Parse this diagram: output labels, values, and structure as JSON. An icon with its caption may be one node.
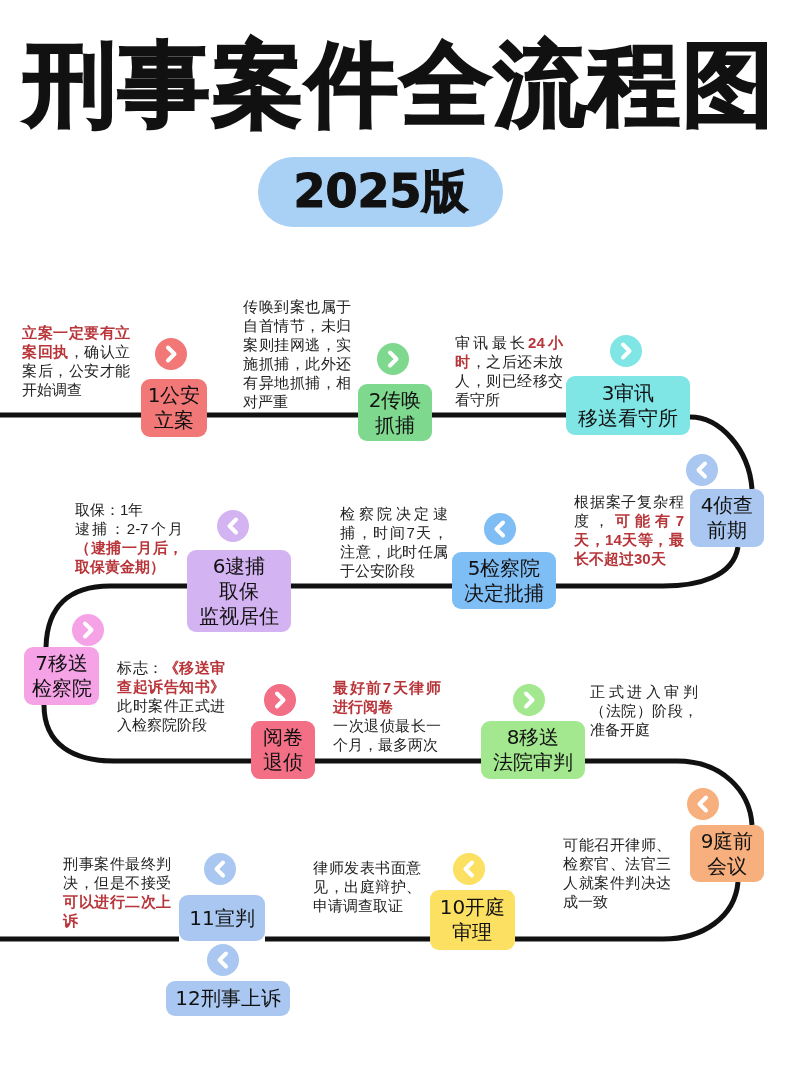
{
  "diagram": {
    "title": "刑事案件全流程图",
    "nodes": [
      {
        "text": [
          "2025版"
        ]
      },
      {
        "text": [
          "1公安立案"
        ],
        "beside": [
          "**立案一定要有立案回执**，确认立案后，公安才能开始调查"
        ]
      },
      {
        "text": [
          "2传唤抓捕"
        ],
        "beside": [
          "传唤到案也属于自首情节，未归案则挂网逃，实施抓捕，此外还有异地抓捕，相对严重"
        ]
      },
      {
        "text": [
          "3审讯移送看守所"
        ],
        "beside": [
          "审讯最长**24小时**，之后还未放人，则已经移交看守所"
        ]
      },
      {
        "text": [
          "4侦查前期"
        ],
        "beside": [
          "根据案子复杂程度，**可能有7天，14天等，最长不超过30天**"
        ]
      },
      {
        "text": [
          "5检察院决定批捕"
        ],
        "beside": [
          "检察院决定逮捕，时间7天，注意，此时任属于公安阶段"
        ]
      },
      {
        "text": [
          "6逮捕取保监视居住"
        ],
        "beside": [
          "取保：1年",
          "逮捕：2-7个月**（逮捕一月后，取保黄金期）**"
        ]
      },
      {
        "text": [
          "7移送检察院"
        ],
        "beside": [
          "标志：**《移送审查起诉告知书》**此时案件正式进入检察院阶段"
        ]
      },
      {
        "text": [
          "阅卷退侦"
        ],
        "beside": [
          "**最好前7天律师进行阅卷**一次退侦最长一个月，最多两次"
        ]
      },
      {
        "text": [
          "8移送法院审判"
        ],
        "beside": [
          "正式进入审判（法院）阶段，准备开庭"
        ]
      },
      {
        "text": [
          "9庭前会议"
        ],
        "beside": [
          "可能召开律师、检察官、法官三人就案件判决达成一致"
        ]
      },
      {
        "text": [
          "10开庭审理"
        ],
        "beside": [
          "律师发表书面意见，出庭辩护、申请调查取证"
        ]
      },
      {
        "text": [
          "11宣判"
        ],
        "beside": [
          "刑事案件最终判决，但是不接受**可以进行二次上诉**"
        ]
      },
      {
        "text": [
          "12刑事上诉"
        ]
      }
    ],
    "edges": [
      {
        "from": null,
        "to": 1,
        "arrow": "none"
      },
      {
        "from": 1,
        "to": 2,
        "arrow": "none"
      },
      {
        "from": 2,
        "to": 3,
        "arrow": "none"
      },
      {
        "from": 3,
        "to": 4,
        "arrow": "none"
      },
      {
        "from": 4,
        "to": 5,
        "arrow": "none"
      },
      {
        "from": 5,
        "to": 6,
        "arrow": "none"
      },
      {
        "from": 6,
        "to": 7,
        "arrow": "none"
      },
      {
        "from": 7,
        "to": 8,
        "arrow": "none"
      },
      {
        "from": 8,
        "to": 9,
        "arrow": "none"
      },
      {
        "from": 9,
        "to": 10,
        "arrow": "none"
      },
      {
        "from": 10,
        "to": 11,
        "arrow": "none"
      },
      {
        "from": 11,
        "to": 12,
        "arrow": "none"
      },
      {
        "from": 12,
        "to": null,
        "arrow": "none"
      }
    ]
  }
}
